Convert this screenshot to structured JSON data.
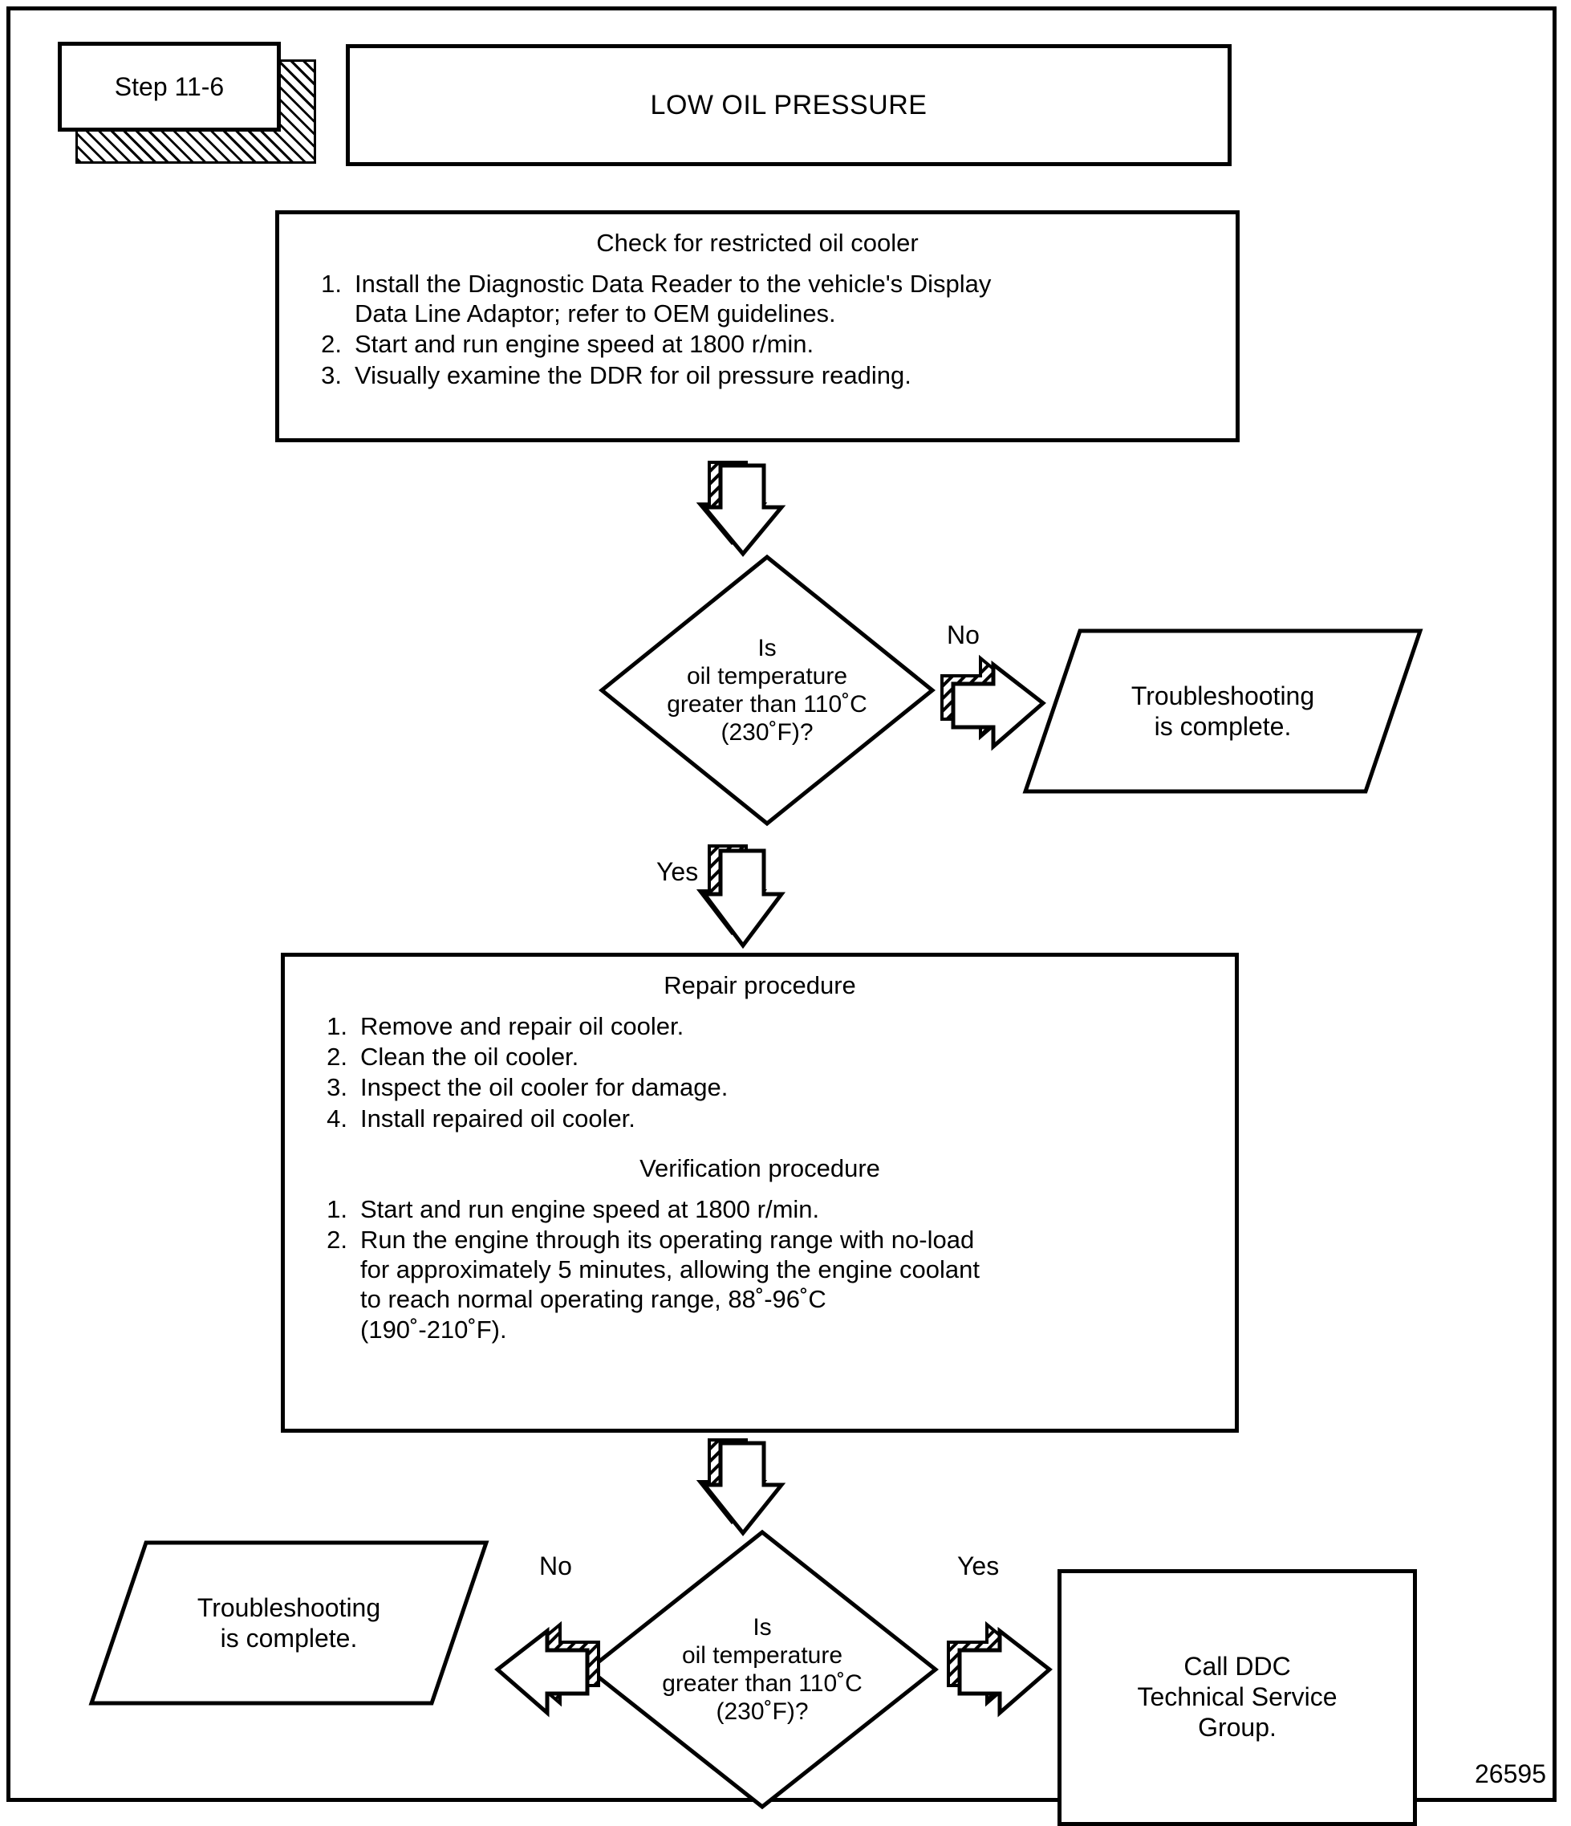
{
  "figure": {
    "number": "26595"
  },
  "header": {
    "step_label": "Step 11-6",
    "title": "LOW OIL PRESSURE"
  },
  "check_box": {
    "title": "Check for restricted oil cooler",
    "items": [
      {
        "num": "1.",
        "text": "Install the Diagnostic Data Reader to the vehicle's Display\nData Line Adaptor; refer to OEM guidelines."
      },
      {
        "num": "2.",
        "text": "Start and run engine speed at 1800 r/min."
      },
      {
        "num": "3.",
        "text": "Visually examine the DDR for oil pressure reading."
      }
    ]
  },
  "decision_1": {
    "text": "Is\noil temperature\ngreater than 110˚C\n(230˚F)?",
    "no_label": "No",
    "yes_label": "Yes"
  },
  "result_top": {
    "text": "Troubleshooting\nis complete."
  },
  "repair_box": {
    "repair_title": "Repair procedure",
    "repair_items": [
      {
        "num": "1.",
        "text": "Remove and repair oil cooler."
      },
      {
        "num": "2.",
        "text": "Clean the oil cooler."
      },
      {
        "num": "3.",
        "text": "Inspect the oil cooler for damage."
      },
      {
        "num": "4.",
        "text": "Install repaired oil cooler."
      }
    ],
    "verify_title": "Verification procedure",
    "verify_items": [
      {
        "num": "1.",
        "text": "Start and run engine speed at 1800 r/min."
      },
      {
        "num": "2.",
        "text": "Run the engine through its operating range with no-load\nfor approximately 5 minutes, allowing the engine coolant\nto reach normal operating range, 88˚-96˚C\n(190˚-210˚F)."
      }
    ]
  },
  "decision_2": {
    "text": "Is\noil temperature\ngreater than 110˚C\n(230˚F)?",
    "no_label": "No",
    "yes_label": "Yes"
  },
  "result_bottom": {
    "text": "Troubleshooting\nis complete."
  },
  "result_call": {
    "text": "Call DDC\nTechnical Service\nGroup."
  },
  "colors": {
    "line": "#000000",
    "background": "#ffffff"
  }
}
